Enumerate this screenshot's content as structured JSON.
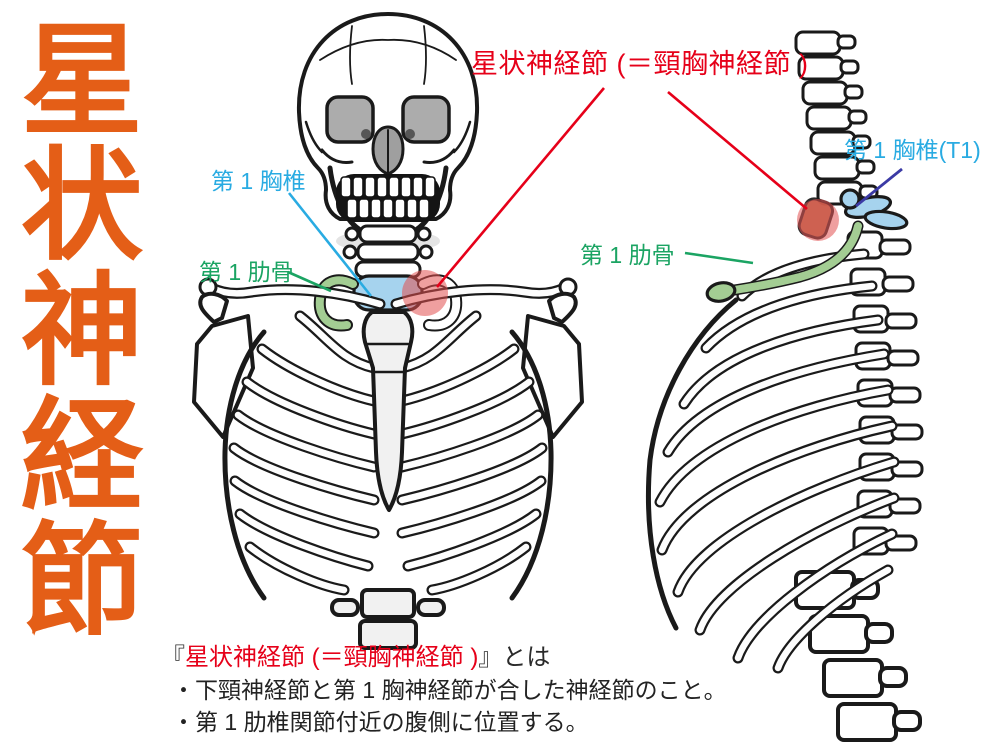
{
  "colors": {
    "title-orange": "#e45e17",
    "accent-red": "#e60019",
    "accent-cyan": "#29abe2",
    "accent-green": "#1ba463",
    "accent-indigo": "#3b3aa5",
    "hl-green": "#a3cd93",
    "hl-blue": "#a6d3ee",
    "hl-red": "#e25050",
    "hl-brown": "#b06a45",
    "ink": "#1a1a1a"
  },
  "title": {
    "text": "星状神経節"
  },
  "annotations": {
    "main_label": "星状神経節 (＝頸胸神経節 )",
    "front": {
      "t1": "第 1 胸椎",
      "rib1": "第 1 肋骨"
    },
    "side": {
      "t1": "第 1 胸椎(T1)",
      "rib1": "第 1 肋骨"
    }
  },
  "footnote": {
    "bracket_open": "『",
    "term": "星状神経節 (＝頸胸神経節 )",
    "suffix": "』とは",
    "bullets": [
      "・下頸神経節と第 1 胸神経節が合した神経節のこと。",
      "・第 1 肋椎関節付近の腹側に位置する。"
    ]
  }
}
